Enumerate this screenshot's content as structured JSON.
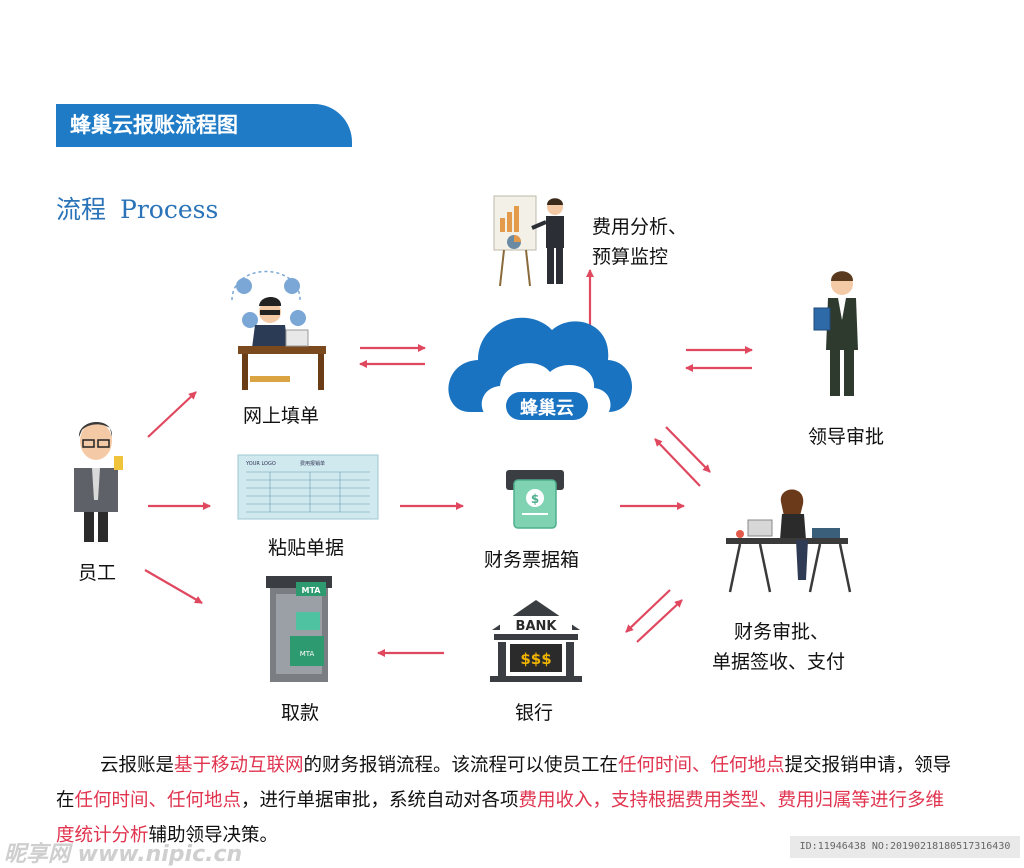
{
  "header": {
    "title": "蜂巢云报账流程图"
  },
  "section": {
    "cn": "流程",
    "en": "Process"
  },
  "nodes": {
    "employee": "员工",
    "online_form": "网上填单",
    "paste_receipt": "粘贴单据",
    "withdraw": "取款",
    "cloud": "蜂巢云",
    "receipt_box": "财务票据箱",
    "bank": "银行",
    "bank_sign": "BANK",
    "bank_money": "$$$",
    "analysis_line1": "费用分析、",
    "analysis_line2": "预算监控",
    "leader": "领导审批",
    "finance_line1": "财务审批、",
    "finance_line2": "单据签收、支付",
    "atm_sign": "MTA",
    "atm_sign2": "MTA",
    "form_logo": "YOUR LOGO",
    "form_title": "费用报销单"
  },
  "paragraph": {
    "p1": "云报账是",
    "p2": "基于移动互联网",
    "p3": "的财务报销流程。该流程可以使员工在",
    "p4": "任何时间、任何地点",
    "p5": "提交报销申请，领导在",
    "p6": "任何时间、任何地点",
    "p7": "，进行单据审批，系统自动对各项",
    "p8": "费用收入，支持根据费用类型、费用归属等进行多维度统计分析",
    "p9": "辅助领导决策。"
  },
  "watermark": {
    "left": "昵享网 www.nipic.cn",
    "right": "ID:11946438 NO:20190218180517316430"
  },
  "colors": {
    "accent": "#1f7bc6",
    "arrow": "#e0485f",
    "highlight": "#e0344f"
  }
}
